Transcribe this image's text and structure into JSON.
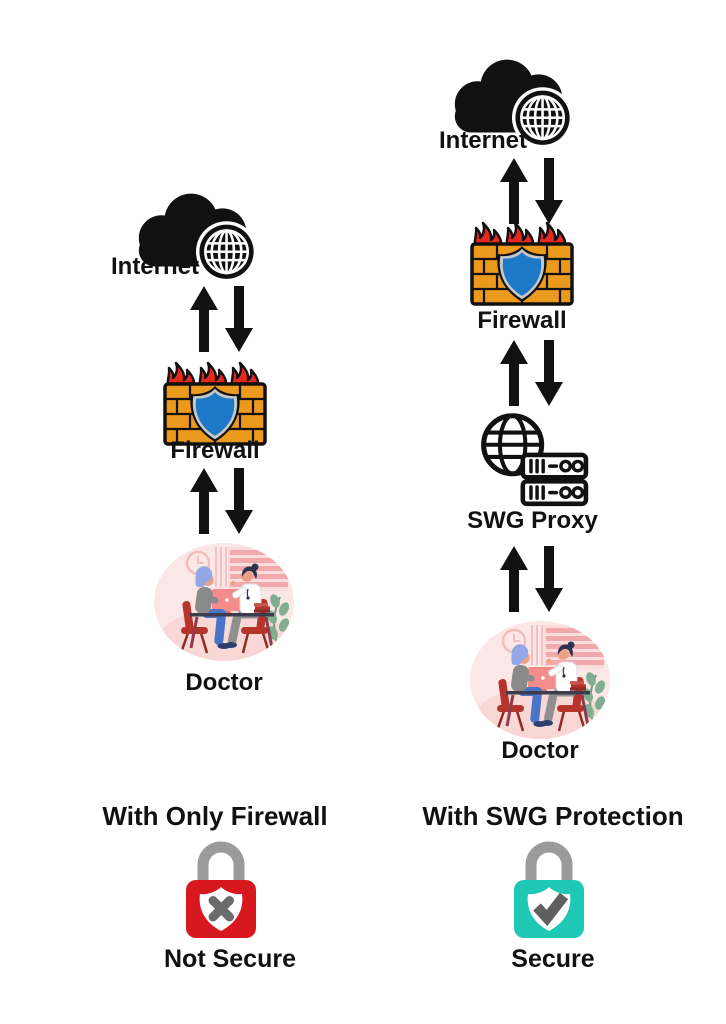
{
  "page": {
    "background": "#ffffff"
  },
  "flows": [
    {
      "id": "firewall-only",
      "nodes": [
        {
          "id": "internet",
          "label": "Internet",
          "icon": "cloud-globe-icon"
        },
        {
          "id": "firewall",
          "label": "Firewall",
          "icon": "brick-wall-shield-icon"
        },
        {
          "id": "doctor",
          "label": "Doctor",
          "icon": "doctor-consultation-illustration"
        }
      ],
      "connector": "bidirectional-arrows",
      "caption": "With Only Firewall",
      "verdict": {
        "label": "Not Secure",
        "icon": "padlock-x-icon",
        "color": "#d7191f"
      }
    },
    {
      "id": "swg-protection",
      "nodes": [
        {
          "id": "internet",
          "label": "Internet",
          "icon": "cloud-globe-icon"
        },
        {
          "id": "firewall",
          "label": "Firewall",
          "icon": "brick-wall-shield-icon"
        },
        {
          "id": "swg-proxy",
          "label": "SWG Proxy",
          "icon": "globe-proxy-servers-icon"
        },
        {
          "id": "doctor",
          "label": "Doctor",
          "icon": "doctor-consultation-illustration"
        }
      ],
      "connector": "bidirectional-arrows",
      "caption": "With SWG Protection",
      "verdict": {
        "label": "Secure",
        "icon": "padlock-check-icon",
        "color": "#1ec8b4"
      }
    }
  ],
  "colors": {
    "icon_black": "#111111",
    "firewall_brick": "#ec9a1e",
    "firewall_flame": "#e8281e",
    "firewall_shield_blue": "#1e78c8",
    "firewall_shield_silver": "#c8c8c8",
    "lock_shackle_gray": "#9b9b9b",
    "lock_red": "#d7191f",
    "lock_teal": "#1ec8b4",
    "glyph_gray": "#666666",
    "scene_pink_bg": "#fbe7e5",
    "scene_chair_red": "#b5342c",
    "scene_plant_green": "#7fae91"
  }
}
